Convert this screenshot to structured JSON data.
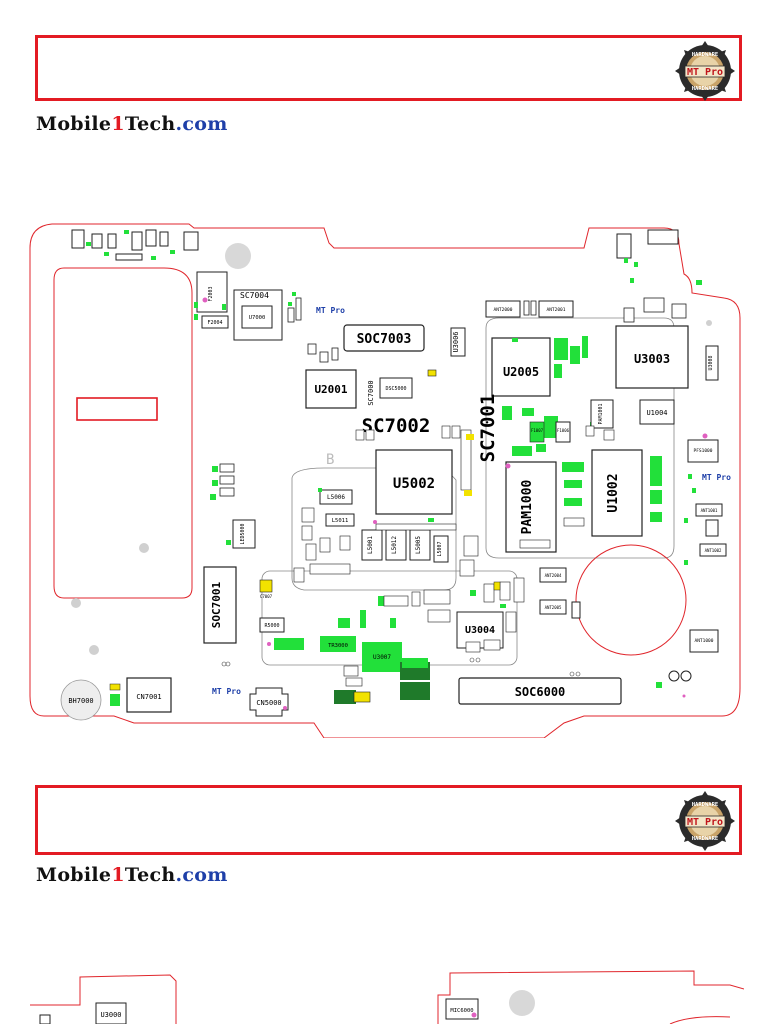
{
  "site": {
    "brand_part1": "Mobile",
    "brand_part2": "1",
    "brand_part3": "Tech",
    "brand_part4": ".com"
  },
  "logo": {
    "icon": "gear-seal-icon",
    "text_main": "MT Pro",
    "text_ring_top": "HARDWARE",
    "text_ring_bottom": "HARDWARE"
  },
  "watermark": "MT Pro",
  "colors": {
    "accent_red": "#e31b23",
    "brand_blue": "#1e3fa8",
    "pad_green": "#22e03a",
    "pad_dark_green": "#1f7a2a",
    "pad_yellow": "#f2e200",
    "outline_red": "#e0262c"
  },
  "board_labels": {
    "soc7003": "SOC7003",
    "sc7004": "SC7004",
    "u7000": "U7000",
    "f2003": "F2003",
    "f2004": "F2004",
    "u2001": "U2001",
    "sc7002": "SC7002",
    "sc7000": "SC7000",
    "dsc5000": "DSC5000",
    "u3006": "U3006",
    "ant2000": "ANT2000",
    "ant2001": "ANT2001",
    "u2005": "U2005",
    "sc7001": "SC7001",
    "u3003": "U3003",
    "u3008": "U3008",
    "u1004": "U1004",
    "pam1001": "PAM1001",
    "f1006": "F1006",
    "f1007": "F1007",
    "u5002": "U5002",
    "pam1000": "PAM1000",
    "u1002": "U1002",
    "pfs1000": "PFS1000",
    "l5006": "L5006",
    "l5011": "L5011",
    "l5001": "L5001",
    "l5012": "L5012",
    "l5005": "L5005",
    "l5007": "L5007",
    "led5000": "LED5000",
    "soc7001": "SOC7001",
    "u3004": "U3004",
    "u3007": "U3007",
    "tr3000": "TR3000",
    "r5000": "R5000",
    "c7007": "C7007",
    "bh7000": "BH7000",
    "cn7001": "CN7001",
    "cn5000": "CN5000",
    "soc6000": "SOC6000",
    "ant2004": "ANT2004",
    "ant2005": "ANT2005",
    "ant1000": "ANT1000",
    "ant1001": "ANT1001",
    "ant1002": "ANT1002",
    "u3000": "U3000",
    "mic6000": "MIC6000",
    "b_mark": "B"
  }
}
